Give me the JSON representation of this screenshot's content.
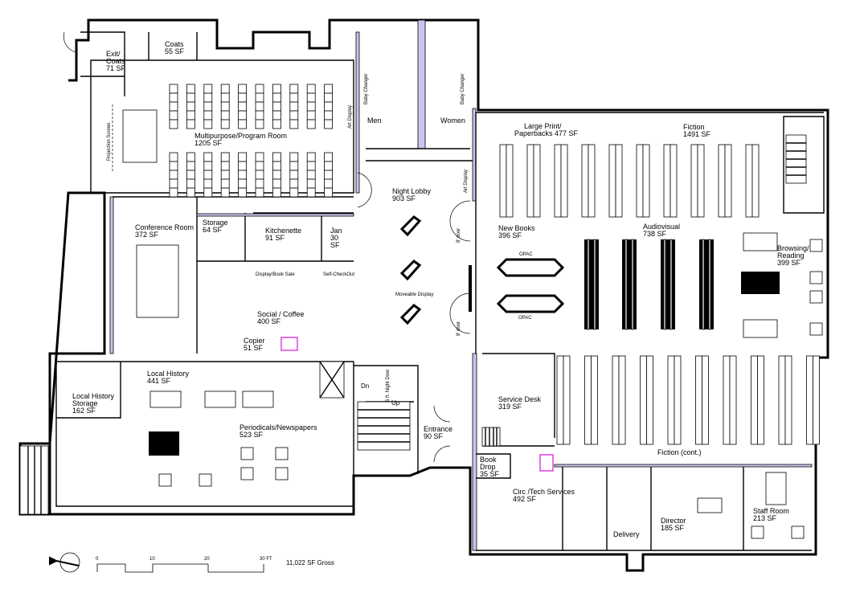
{
  "rooms": {
    "exit_coats": {
      "name": "Exit/",
      "name2": "Coats",
      "area": "71 SF"
    },
    "coats": {
      "name": "Coats",
      "area": "55 SF"
    },
    "multipurpose": {
      "name": "Multipurpose/Program Room",
      "area": "1205 SF"
    },
    "men": {
      "name": "Men"
    },
    "women": {
      "name": "Women"
    },
    "night_lobby": {
      "name": "Night Lobby",
      "area": "903 SF"
    },
    "conference": {
      "name": "Conference Room",
      "area": "372 SF"
    },
    "storage": {
      "name": "Storage",
      "area": "64 SF"
    },
    "kitchenette": {
      "name": "Kitchenette",
      "area": "91 SF"
    },
    "jan": {
      "name": "Jan",
      "area1": "30",
      "area2": "SF"
    },
    "social": {
      "name": "Social / Coffee",
      "area": "400 SF"
    },
    "copier": {
      "name": "Copier",
      "area": "51 SF"
    },
    "large_print": {
      "name": "Large Print/",
      "name2": "Paperbacks 477 SF"
    },
    "fiction": {
      "name": "Fiction",
      "area": "1491 SF"
    },
    "new_books": {
      "name": "New Books",
      "area": "396 SF"
    },
    "audiovisual": {
      "name": "Audiovisual",
      "area": "738 SF"
    },
    "browsing": {
      "name": "Browsing/",
      "name2": "Reading",
      "area": "399 SF"
    },
    "service_desk": {
      "name": "Service Desk",
      "area": "319 SF"
    },
    "fiction_cont": {
      "name": "Fiction (cont.)"
    },
    "book_drop": {
      "name": "Book",
      "name2": "Drop",
      "area": "35 SF"
    },
    "circ": {
      "name": "Circ /Tech Services",
      "area": "492 SF"
    },
    "delivery": {
      "name": "Delivery"
    },
    "director": {
      "name": "Director",
      "area": "185 SF"
    },
    "staff_room": {
      "name": "Staff Room",
      "area": "213 SF"
    },
    "local_history": {
      "name": "Local History",
      "area": "441 SF"
    },
    "lh_storage": {
      "name": "Local History",
      "name2": "Storage",
      "area": "162 SF"
    },
    "periodicals": {
      "name": "Periodicals/Newspapers",
      "area": "523 SF"
    },
    "entrance": {
      "name": "Entrance",
      "area": "90 SF"
    }
  },
  "annotations": {
    "projection_screen": "Projection Screen",
    "baby_changer": "Baby Changer",
    "art_display": "Art Display",
    "display_book_sale": "Display/Book Sale",
    "self_checkout": "Self-CheckOut",
    "moveable_display": "Moveable Display",
    "eight_ft_door": "8' door",
    "opac": "OPAC",
    "dn": "Dn",
    "up": "Up",
    "night_door": "5 ft. Night Door"
  },
  "scale_bar": {
    "ticks": [
      "0",
      "10",
      "20",
      "30 FT"
    ],
    "gross": "11,022 SF Gross"
  },
  "colors": {
    "partition": "#c9c6ee",
    "copier": "#e040e0",
    "window": "#2a8a5a"
  }
}
